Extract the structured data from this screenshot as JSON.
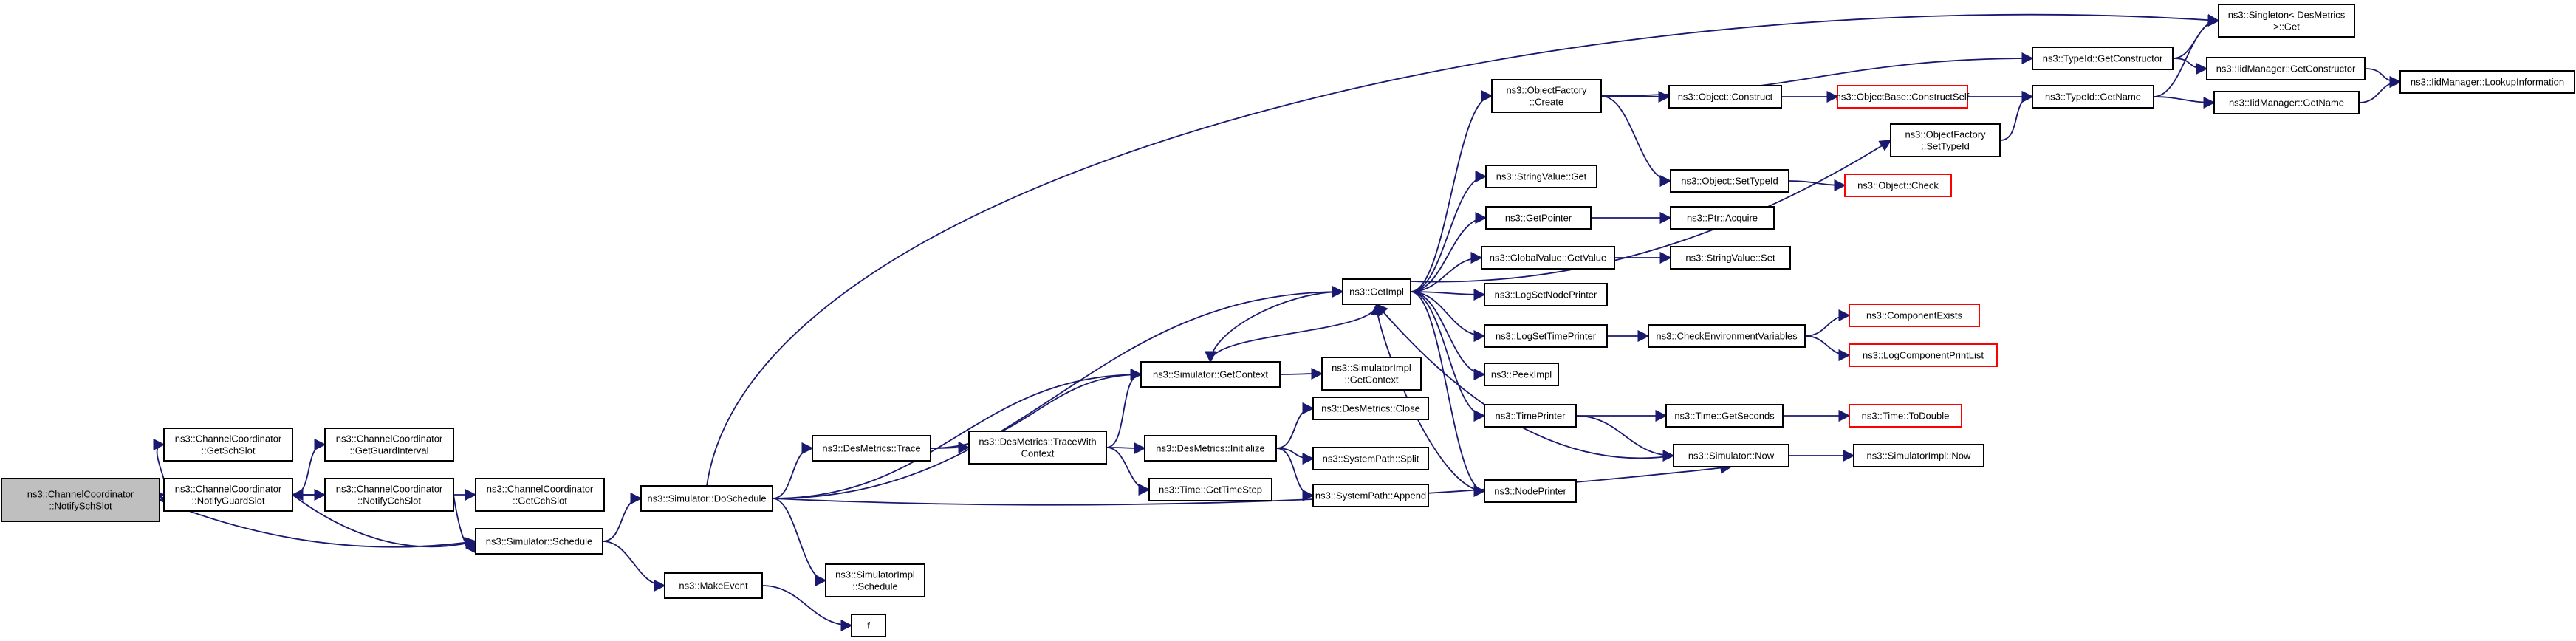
{
  "colors": {
    "edge": "#191970",
    "node_border": "#000000",
    "node_border_red": "#ff0000",
    "node_fill": "#ffffff",
    "focus_fill": "#bfbfbf"
  },
  "nodes": {
    "notifysch": {
      "lines": [
        "ns3::ChannelCoordinator",
        "::NotifySchSlot"
      ],
      "style": "focus"
    },
    "getsch": {
      "lines": [
        "ns3::ChannelCoordinator",
        "::GetSchSlot"
      ]
    },
    "notifyguard": {
      "lines": [
        "ns3::ChannelCoordinator",
        "::NotifyGuardSlot"
      ]
    },
    "getguard": {
      "lines": [
        "ns3::ChannelCoordinator",
        "::GetGuardInterval"
      ]
    },
    "notifycch": {
      "lines": [
        "ns3::ChannelCoordinator",
        "::NotifyCchSlot"
      ]
    },
    "getcch": {
      "lines": [
        "ns3::ChannelCoordinator",
        "::GetCchSlot"
      ]
    },
    "schedule": {
      "lines": [
        "ns3::Simulator::Schedule"
      ]
    },
    "doschedule": {
      "lines": [
        "ns3::Simulator::DoSchedule"
      ]
    },
    "makeevent": {
      "lines": [
        "ns3::MakeEvent"
      ]
    },
    "f": {
      "lines": [
        "f"
      ]
    },
    "implschedule": {
      "lines": [
        "ns3::SimulatorImpl",
        "::Schedule"
      ]
    },
    "trace": {
      "lines": [
        "ns3::DesMetrics::Trace"
      ]
    },
    "tracewith": {
      "lines": [
        "ns3::DesMetrics::TraceWith",
        "Context"
      ]
    },
    "getcontext": {
      "lines": [
        "ns3::Simulator::GetContext"
      ]
    },
    "implgetcontext": {
      "lines": [
        "ns3::SimulatorImpl",
        "::GetContext"
      ]
    },
    "timestep": {
      "lines": [
        "ns3::Time::GetTimeStep"
      ]
    },
    "initialize": {
      "lines": [
        "ns3::DesMetrics::Initialize"
      ]
    },
    "close": {
      "lines": [
        "ns3::DesMetrics::Close"
      ]
    },
    "split": {
      "lines": [
        "ns3::SystemPath::Split"
      ]
    },
    "append": {
      "lines": [
        "ns3::SystemPath::Append"
      ]
    },
    "getimpl": {
      "lines": [
        "ns3::GetImpl"
      ]
    },
    "ofcreate": {
      "lines": [
        "ns3::ObjectFactory",
        "::Create"
      ]
    },
    "stringget": {
      "lines": [
        "ns3::StringValue::Get"
      ]
    },
    "getpointer": {
      "lines": [
        "ns3::GetPointer"
      ]
    },
    "globalvalue": {
      "lines": [
        "ns3::GlobalValue::GetValue"
      ]
    },
    "lognode": {
      "lines": [
        "ns3::LogSetNodePrinter"
      ]
    },
    "logtime": {
      "lines": [
        "ns3::LogSetTimePrinter"
      ]
    },
    "peekimpl": {
      "lines": [
        "ns3::PeekImpl"
      ]
    },
    "timeprinter": {
      "lines": [
        "ns3::TimePrinter"
      ]
    },
    "nodeprinter": {
      "lines": [
        "ns3::NodePrinter"
      ]
    },
    "objconstruct": {
      "lines": [
        "ns3::Object::Construct"
      ]
    },
    "objsettypeid": {
      "lines": [
        "ns3::Object::SetTypeId"
      ]
    },
    "ptracquire": {
      "lines": [
        "ns3::Ptr::Acquire"
      ]
    },
    "stringset": {
      "lines": [
        "ns3::StringValue::Set"
      ]
    },
    "checkenv": {
      "lines": [
        "ns3::CheckEnvironmentVariables"
      ]
    },
    "getseconds": {
      "lines": [
        "ns3::Time::GetSeconds"
      ]
    },
    "simnow": {
      "lines": [
        "ns3::Simulator::Now"
      ]
    },
    "objbaseconstruct": {
      "lines": [
        "ns3::ObjectBase::ConstructSelf"
      ],
      "style": "red"
    },
    "objcheck": {
      "lines": [
        "ns3::Object::Check"
      ],
      "style": "red"
    },
    "componentexists": {
      "lines": [
        "ns3::ComponentExists"
      ],
      "style": "red"
    },
    "logcomponent": {
      "lines": [
        "ns3::LogComponentPrintList"
      ],
      "style": "red"
    },
    "todouble": {
      "lines": [
        "ns3::Time::ToDouble"
      ],
      "style": "red"
    },
    "implnow": {
      "lines": [
        "ns3::SimulatorImpl::Now"
      ]
    },
    "typeidgetctor": {
      "lines": [
        "ns3::TypeId::GetConstructor"
      ]
    },
    "ofsettypeid": {
      "lines": [
        "ns3::ObjectFactory",
        "::SetTypeId"
      ]
    },
    "typeidgetname": {
      "lines": [
        "ns3::TypeId::GetName"
      ]
    },
    "singleton": {
      "lines": [
        "ns3::Singleton< DesMetrics",
        " >::Get"
      ]
    },
    "iidgetctor": {
      "lines": [
        "ns3::IidManager::GetConstructor"
      ]
    },
    "iidgetname": {
      "lines": [
        "ns3::IidManager::GetName"
      ]
    },
    "iidlookup": {
      "lines": [
        "ns3::IidManager::LookupInformation"
      ]
    }
  }
}
